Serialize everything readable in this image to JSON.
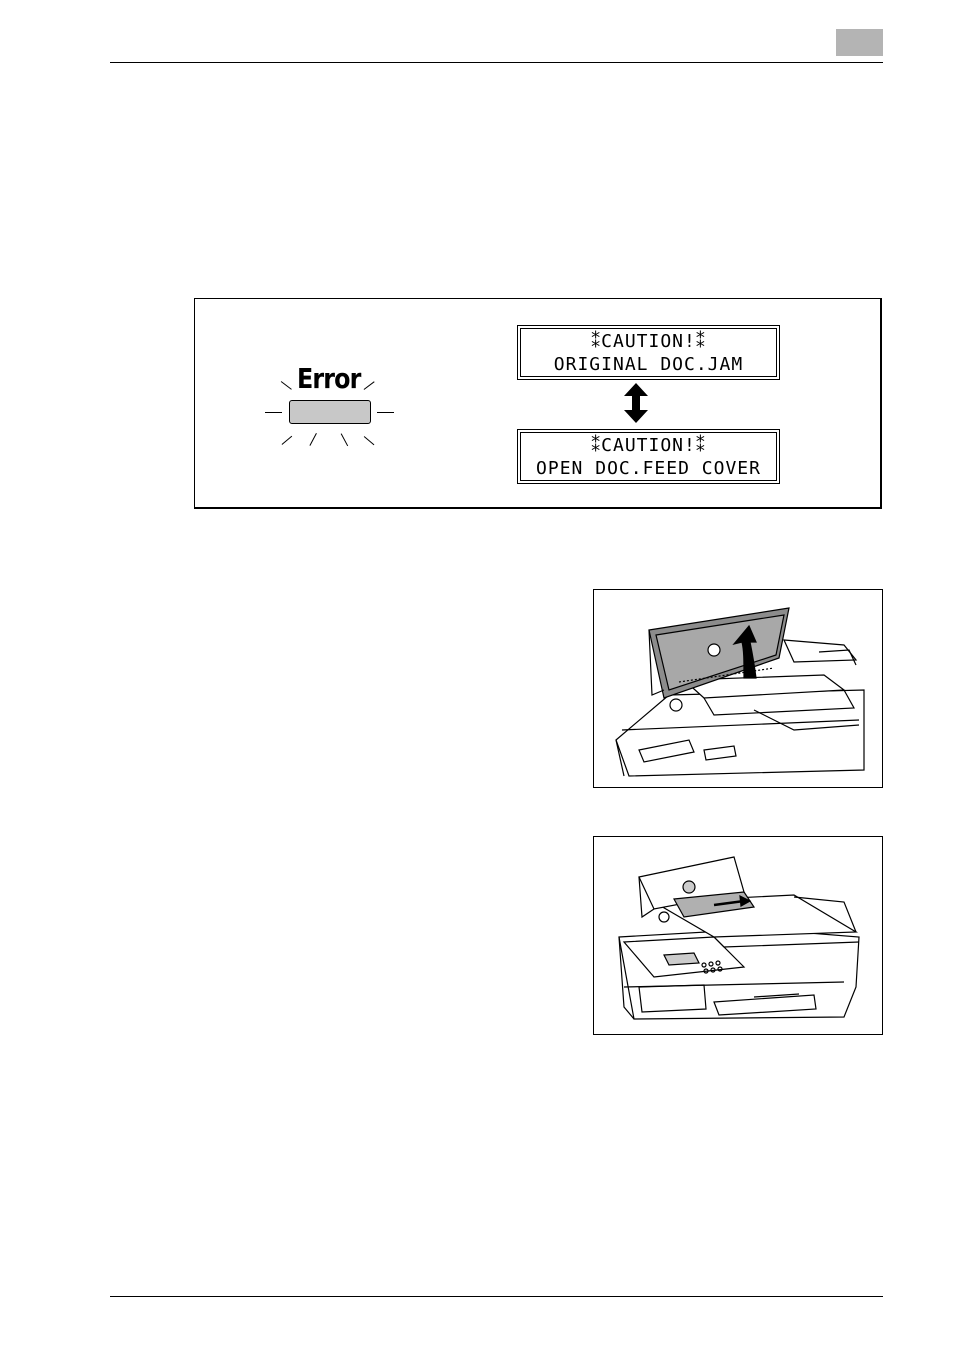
{
  "header": {
    "chapter_box_color": "#b4b4b4"
  },
  "error_panel": {
    "lamp_label": "Error",
    "lamp_color": "#c8c8c8",
    "display_1": {
      "line1": "⁑CAUTION!⁑",
      "line2": "ORIGINAL DOC.JAM"
    },
    "display_2": {
      "line1": "⁑CAUTION!⁑",
      "line2": "OPEN DOC.FEED COVER"
    },
    "arrow_icon": "double-arrow-vertical-icon"
  },
  "illustrations": [
    {
      "icon": "open-document-feeder-cover-illustration"
    },
    {
      "icon": "remove-jammed-document-illustration"
    }
  ]
}
